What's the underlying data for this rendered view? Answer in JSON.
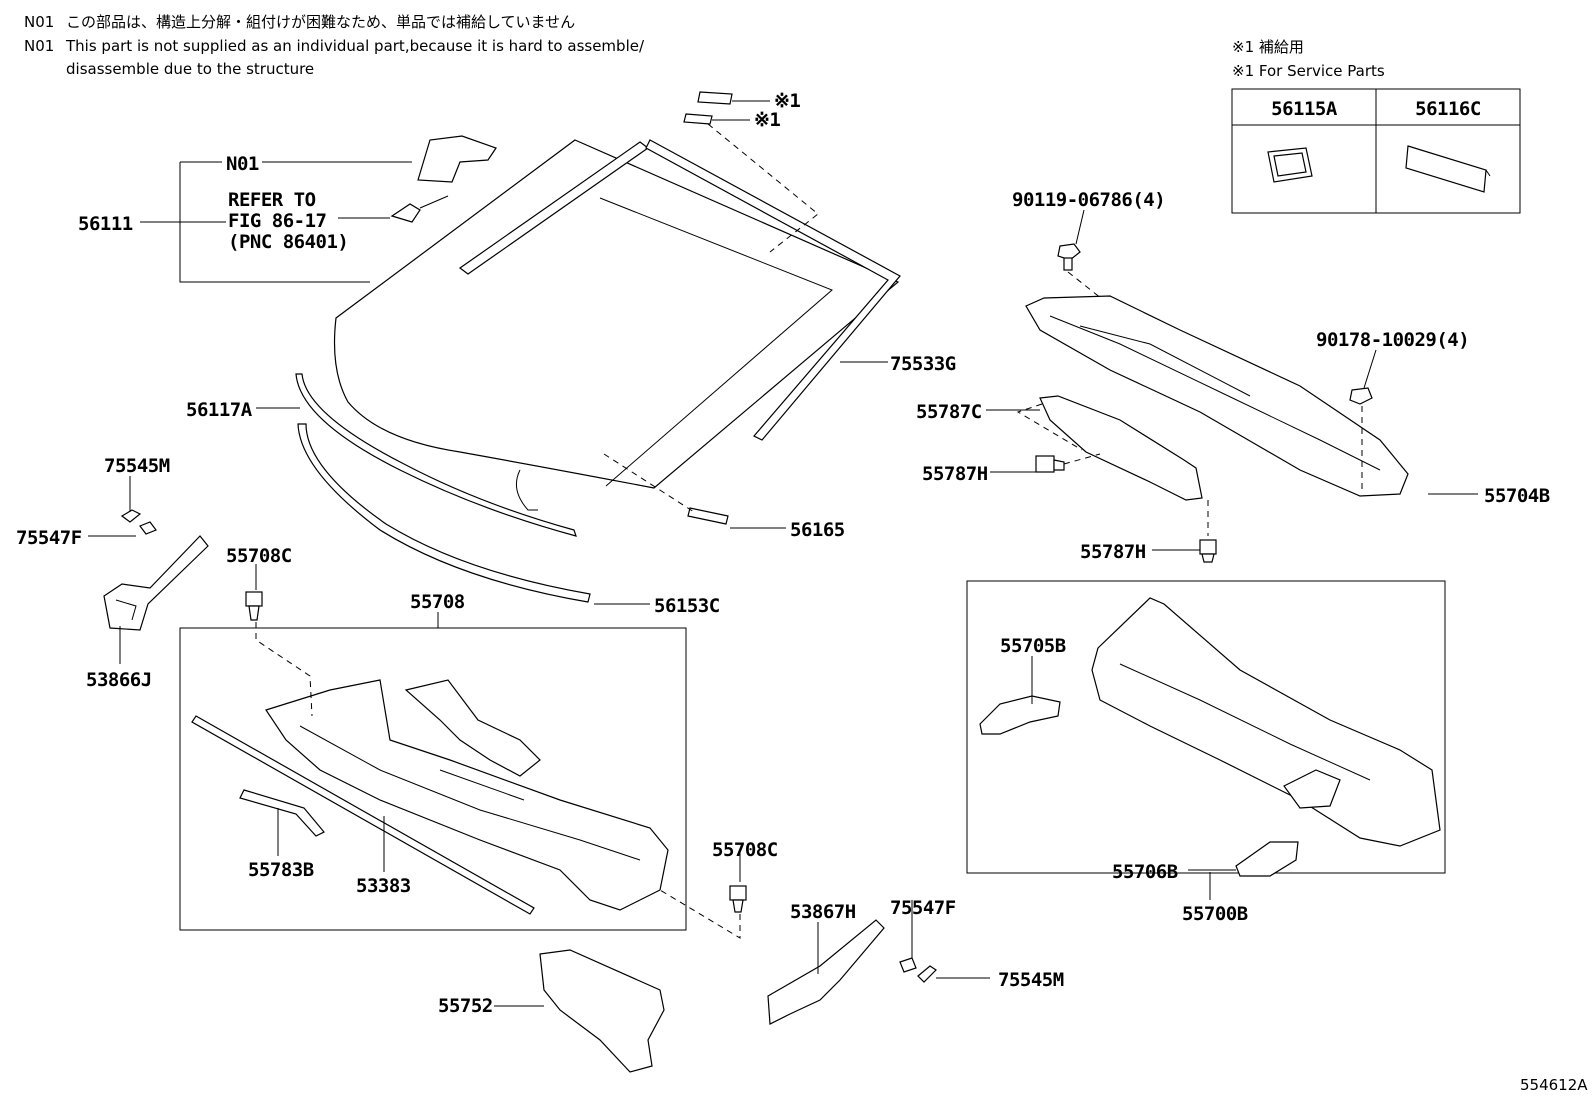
{
  "notes": {
    "n01_code_1": "N01",
    "n01_jp": "この部品は、構造上分解・組付けが困難なため、単品では補給していません",
    "n01_code_2": "N01",
    "n01_en_1": "This part is not supplied as an individual part,because it is hard to assemble/",
    "n01_en_2": "disassemble due to the structure"
  },
  "service_box": {
    "legend_jp": "※1 補給用",
    "legend_en": "※1 For Service Parts",
    "col1": "56115A",
    "col2": "56116C"
  },
  "labels": {
    "n01": "N01",
    "refer_1": "REFER TO",
    "refer_2": "FIG 86-17",
    "refer_3": "(PNC 86401)",
    "p56111": "56111",
    "p56117A": "56117A",
    "p75533G": "75533G",
    "p56165": "56165",
    "p56153C": "56153C",
    "p75545M_left": "75545M",
    "p75547F_left": "75547F",
    "p53866J": "53866J",
    "p55708C_top": "55708C",
    "p55708": "55708",
    "p55783B": "55783B",
    "p53383": "53383",
    "p55708C_right": "55708C",
    "p55752": "55752",
    "p53867H": "53867H",
    "p75547F_right": "75547F",
    "p75545M_right": "75545M",
    "p90119": "90119-06786(4)",
    "p90178": "90178-10029(4)",
    "p55787C": "55787C",
    "p55787H_a": "55787H",
    "p55787H_b": "55787H",
    "p55704B": "55704B",
    "p55705B": "55705B",
    "p55706B": "55706B",
    "p55700B": "55700B",
    "mark1": "※1",
    "mark2": "※1",
    "drawing_no": "554612A"
  }
}
